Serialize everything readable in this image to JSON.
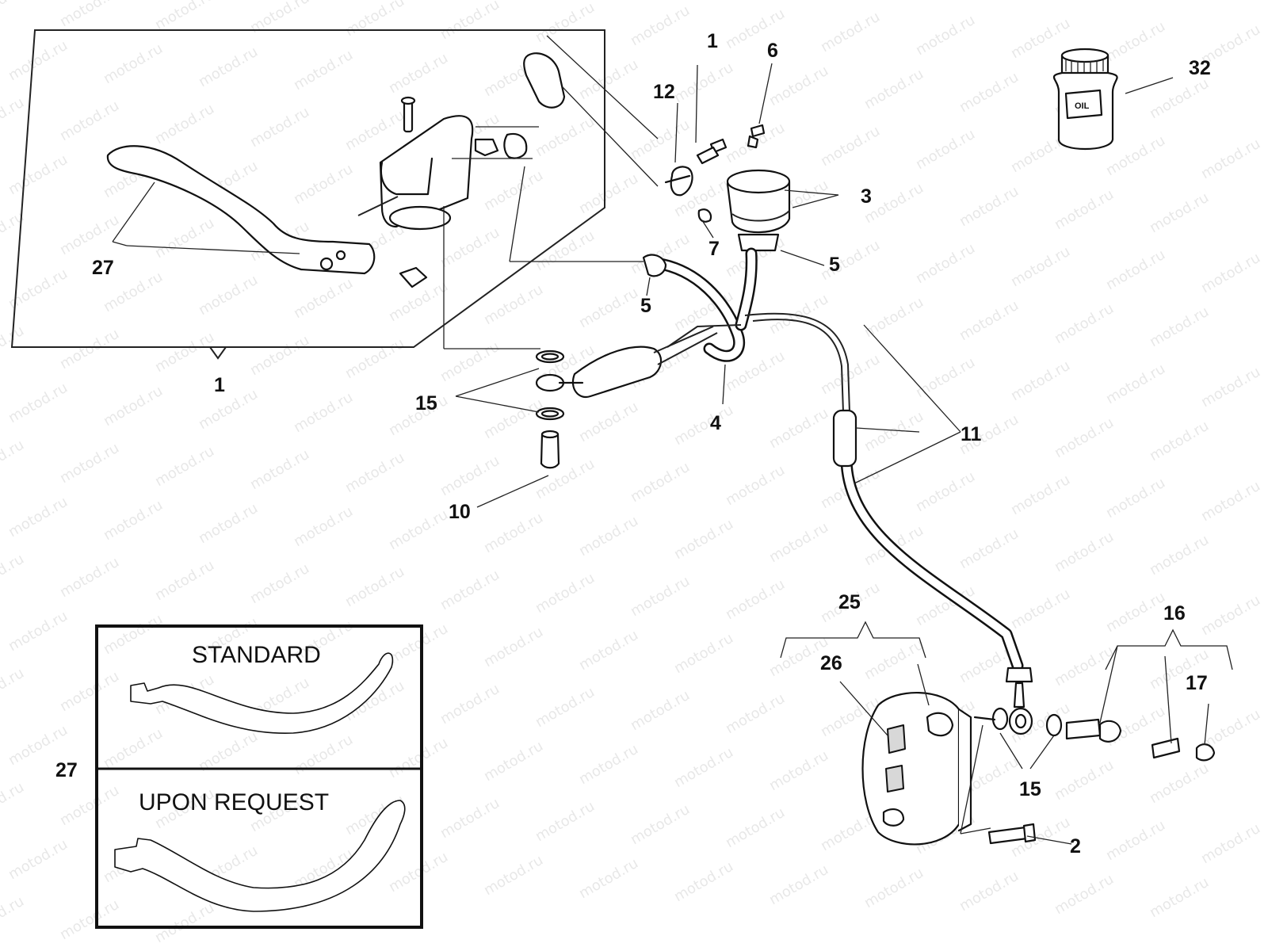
{
  "watermark": "motod.ru",
  "callouts": {
    "c1_top": "1",
    "c6": "6",
    "c12": "12",
    "c32": "32",
    "c3": "3",
    "c7": "7",
    "c5_right": "5",
    "c5_left": "5",
    "c27_assembly": "27",
    "c1_assembly": "1",
    "c15_upper": "15",
    "c4": "4",
    "c11": "11",
    "c10": "10",
    "c25": "25",
    "c26": "26",
    "c16": "16",
    "c17": "17",
    "c15_lower": "15",
    "c2": "2",
    "c27_variants": "27"
  },
  "bottle_label": "OIL",
  "lever_variants": {
    "standard": "STANDARD",
    "upon_request": "UPON REQUEST"
  }
}
